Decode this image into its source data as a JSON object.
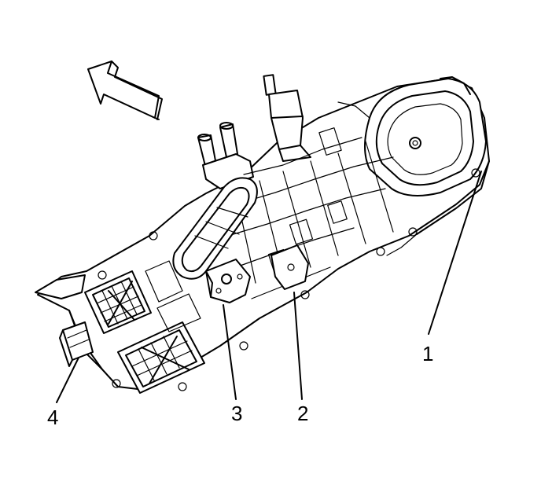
{
  "diagram": {
    "callouts": [
      {
        "id": "1",
        "label": "1"
      },
      {
        "id": "2",
        "label": "2"
      },
      {
        "id": "3",
        "label": "3"
      },
      {
        "id": "4",
        "label": "4"
      }
    ],
    "icons": {
      "direction_arrow": "forward-arrow-icon"
    },
    "colors": {
      "line": "#000000",
      "background": "#ffffff"
    }
  }
}
